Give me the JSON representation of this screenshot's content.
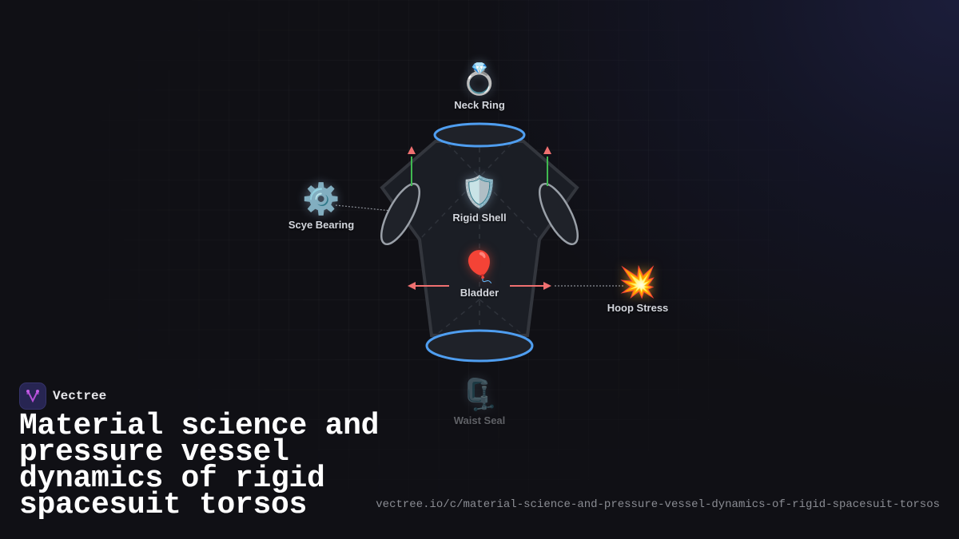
{
  "brand": {
    "name": "Vectree",
    "logo_icon": "branching-tree-icon",
    "accent": "#b44fd6"
  },
  "title": "Material science and pressure vessel dynamics of rigid spacesuit torsos",
  "url": "vectree.io/c/material-science-and-pressure-vessel-dynamics-of-rigid-spacesuit-torsos",
  "diagram": {
    "nodes": [
      {
        "id": "neck-ring",
        "label": "Neck Ring",
        "icon": "ring-icon",
        "glyph": "💍"
      },
      {
        "id": "rigid-shell",
        "label": "Rigid Shell",
        "icon": "shield-icon",
        "glyph": "🛡️"
      },
      {
        "id": "scye-bearing",
        "label": "Scye Bearing",
        "icon": "gear-icon",
        "glyph": "⚙️"
      },
      {
        "id": "bladder",
        "label": "Bladder",
        "icon": "balloon-icon",
        "glyph": "🎈"
      },
      {
        "id": "hoop-stress",
        "label": "Hoop Stress",
        "icon": "collision-icon",
        "glyph": "💥"
      },
      {
        "id": "waist-seal",
        "label": "Waist Seal",
        "icon": "clamp-icon",
        "glyph": "🗜️"
      }
    ],
    "colors": {
      "ring_outline": "#4f9ef0",
      "torso_fill": "#1b1e25",
      "torso_stroke": "#33363d",
      "scye_stroke": "#9aa0a8",
      "force_arrow": "#f07070",
      "force_stem": "#3fb950"
    }
  }
}
